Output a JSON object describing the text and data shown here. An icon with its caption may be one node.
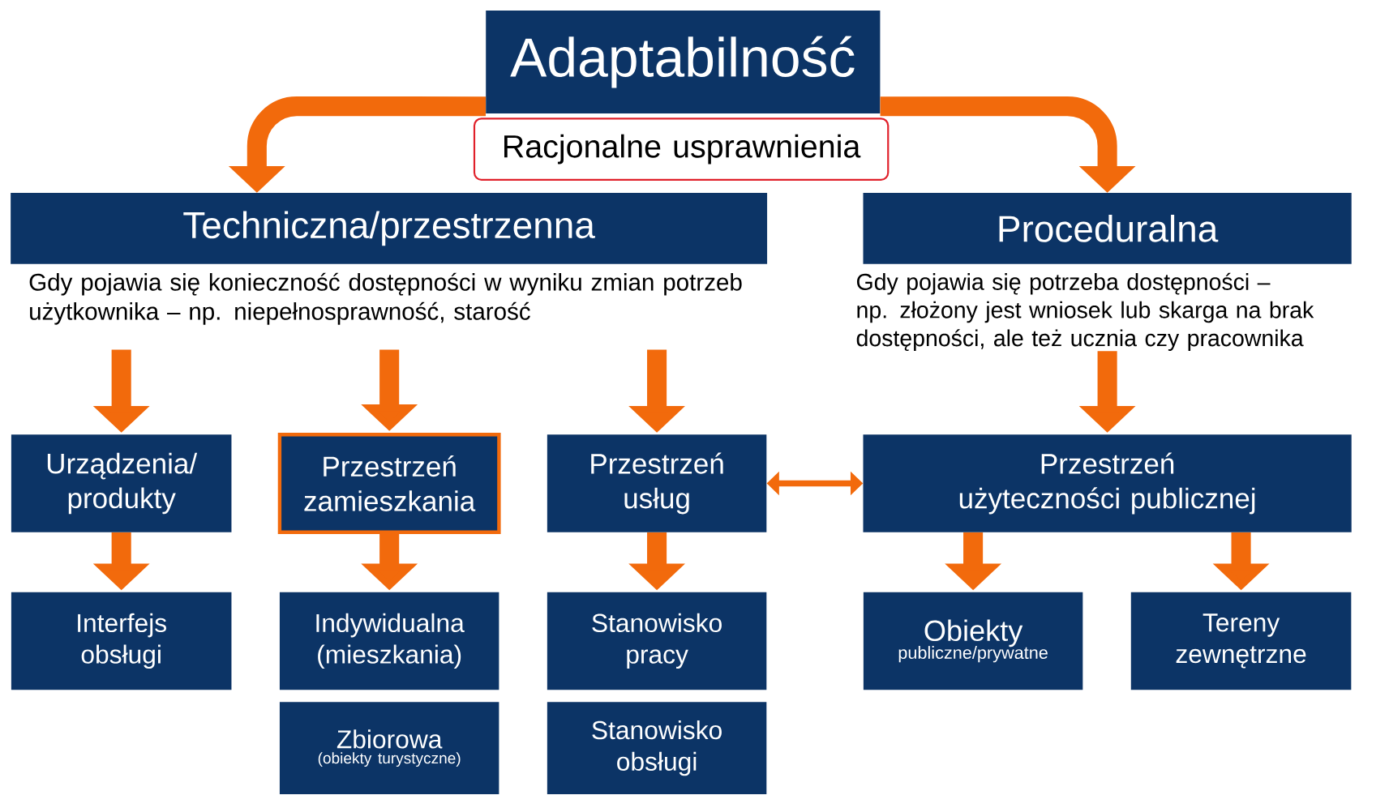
{
  "diagram": {
    "nodes": [
      {
        "text": [
          "Adaptabilność"
        ]
      },
      {
        "text": [
          "Racjonalne usprawnienia"
        ]
      },
      {
        "text": [
          "Techniczna/przestrzenna"
        ]
      },
      {
        "text": [
          "Proceduralna"
        ]
      },
      {
        "text": [
          "Gdy pojawia się konieczność dostępności w wyniku zmian potrzeb użytkownika  – np. niepełnosprawność, starość"
        ]
      },
      {
        "text": [
          "Gdy pojawia się potrzeba dostępności – np. złożony jest wniosek lub skarga na brak dostępności, ale też ucznia czy pracownika"
        ]
      },
      {
        "text": [
          "Urządzenia/ produkty"
        ]
      },
      {
        "text": [
          "Przestrzeń zamieszkania"
        ]
      },
      {
        "text": [
          "Przestrzeń usług"
        ]
      },
      {
        "text": [
          "Przestrzeń użyteczności publicznej"
        ]
      },
      {
        "text": [
          "Interfejs obsługi"
        ]
      },
      {
        "text": [
          "Indywidualna (mieszkania)"
        ]
      },
      {
        "text": [
          "Stanowisko pracy"
        ]
      },
      {
        "text": [
          "Obiekty",
          "publiczne/prywatne"
        ]
      },
      {
        "text": [
          "Tereny zewnętrzne"
        ]
      },
      {
        "text": [
          "Zbiorowa",
          "(obiekty turystyczne)"
        ]
      },
      {
        "text": [
          "Stanowisko obsługi"
        ]
      }
    ],
    "edges": [
      {
        "from": 0,
        "to": 2,
        "arrow": "to"
      },
      {
        "from": 0,
        "to": 3,
        "arrow": "to"
      },
      {
        "from": 4,
        "to": 6,
        "arrow": "to"
      },
      {
        "from": 4,
        "to": 7,
        "arrow": "to"
      },
      {
        "from": 4,
        "to": 8,
        "arrow": "to"
      },
      {
        "from": 5,
        "to": 9,
        "arrow": "to"
      },
      {
        "from": 8,
        "to": 9,
        "arrow": "both"
      },
      {
        "from": 6,
        "to": 10,
        "arrow": "to"
      },
      {
        "from": 7,
        "to": 11,
        "arrow": "to"
      },
      {
        "from": 8,
        "to": 12,
        "arrow": "to"
      },
      {
        "from": 9,
        "to": 13,
        "arrow": "to"
      },
      {
        "from": 9,
        "to": 14,
        "arrow": "to"
      }
    ]
  }
}
